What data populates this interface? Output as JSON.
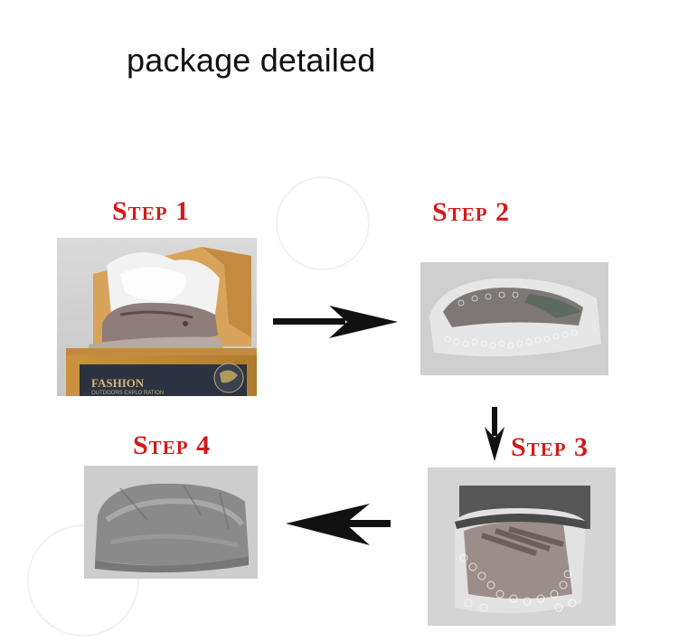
{
  "title": "package detailed",
  "steps": [
    {
      "label": "Step 1"
    },
    {
      "label": "Step 2"
    },
    {
      "label": "Step 3"
    },
    {
      "label": "Step 4"
    }
  ],
  "box_print": {
    "brand": "FASHION",
    "subtitle": "OUTDOORS EXPLO RATION"
  },
  "colors": {
    "step_label": "#d41a1a",
    "arrow": "#111111",
    "title": "#111111"
  },
  "icons": [
    "arrow-right-icon",
    "arrow-down-icon",
    "arrow-left-icon"
  ]
}
